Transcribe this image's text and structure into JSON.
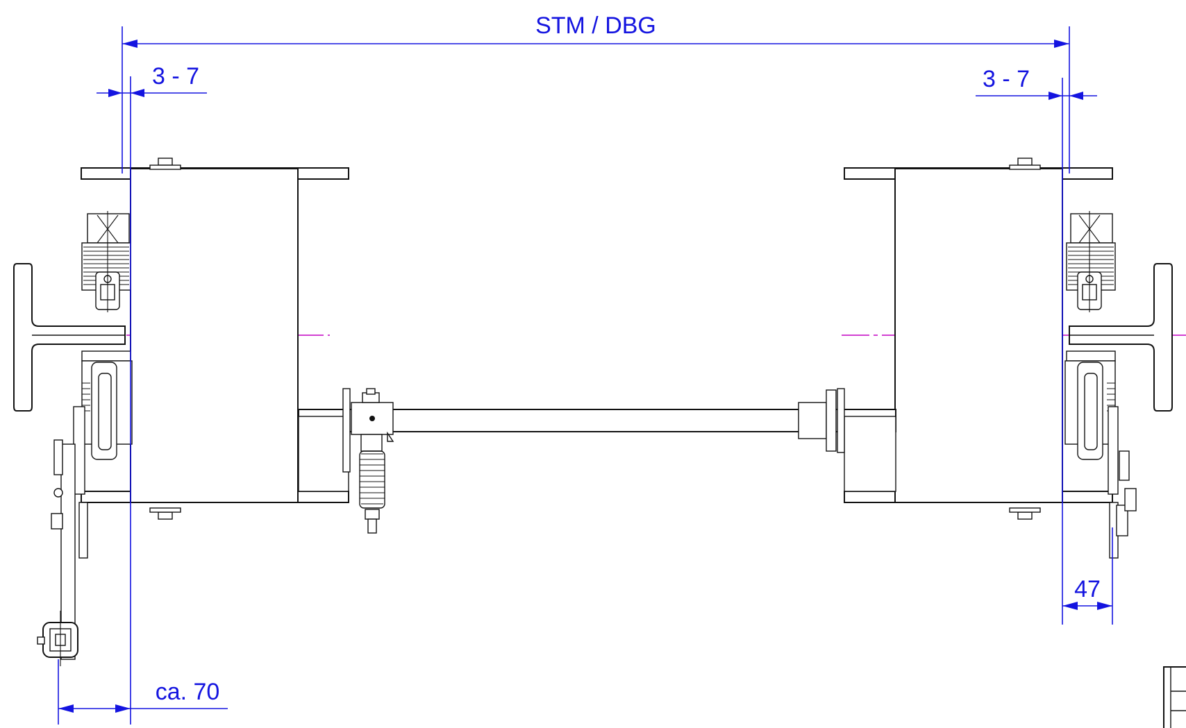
{
  "drawing": {
    "colors": {
      "dimension": "#1414e0",
      "centerline": "#c400c4",
      "outline": "#111111",
      "background": "#ffffff"
    },
    "dimensions": {
      "overall": "STM / DBG",
      "left_gap": "3 - 7",
      "right_gap": "3 - 7",
      "right_offset": "47",
      "left_offset": "ca. 70"
    }
  }
}
